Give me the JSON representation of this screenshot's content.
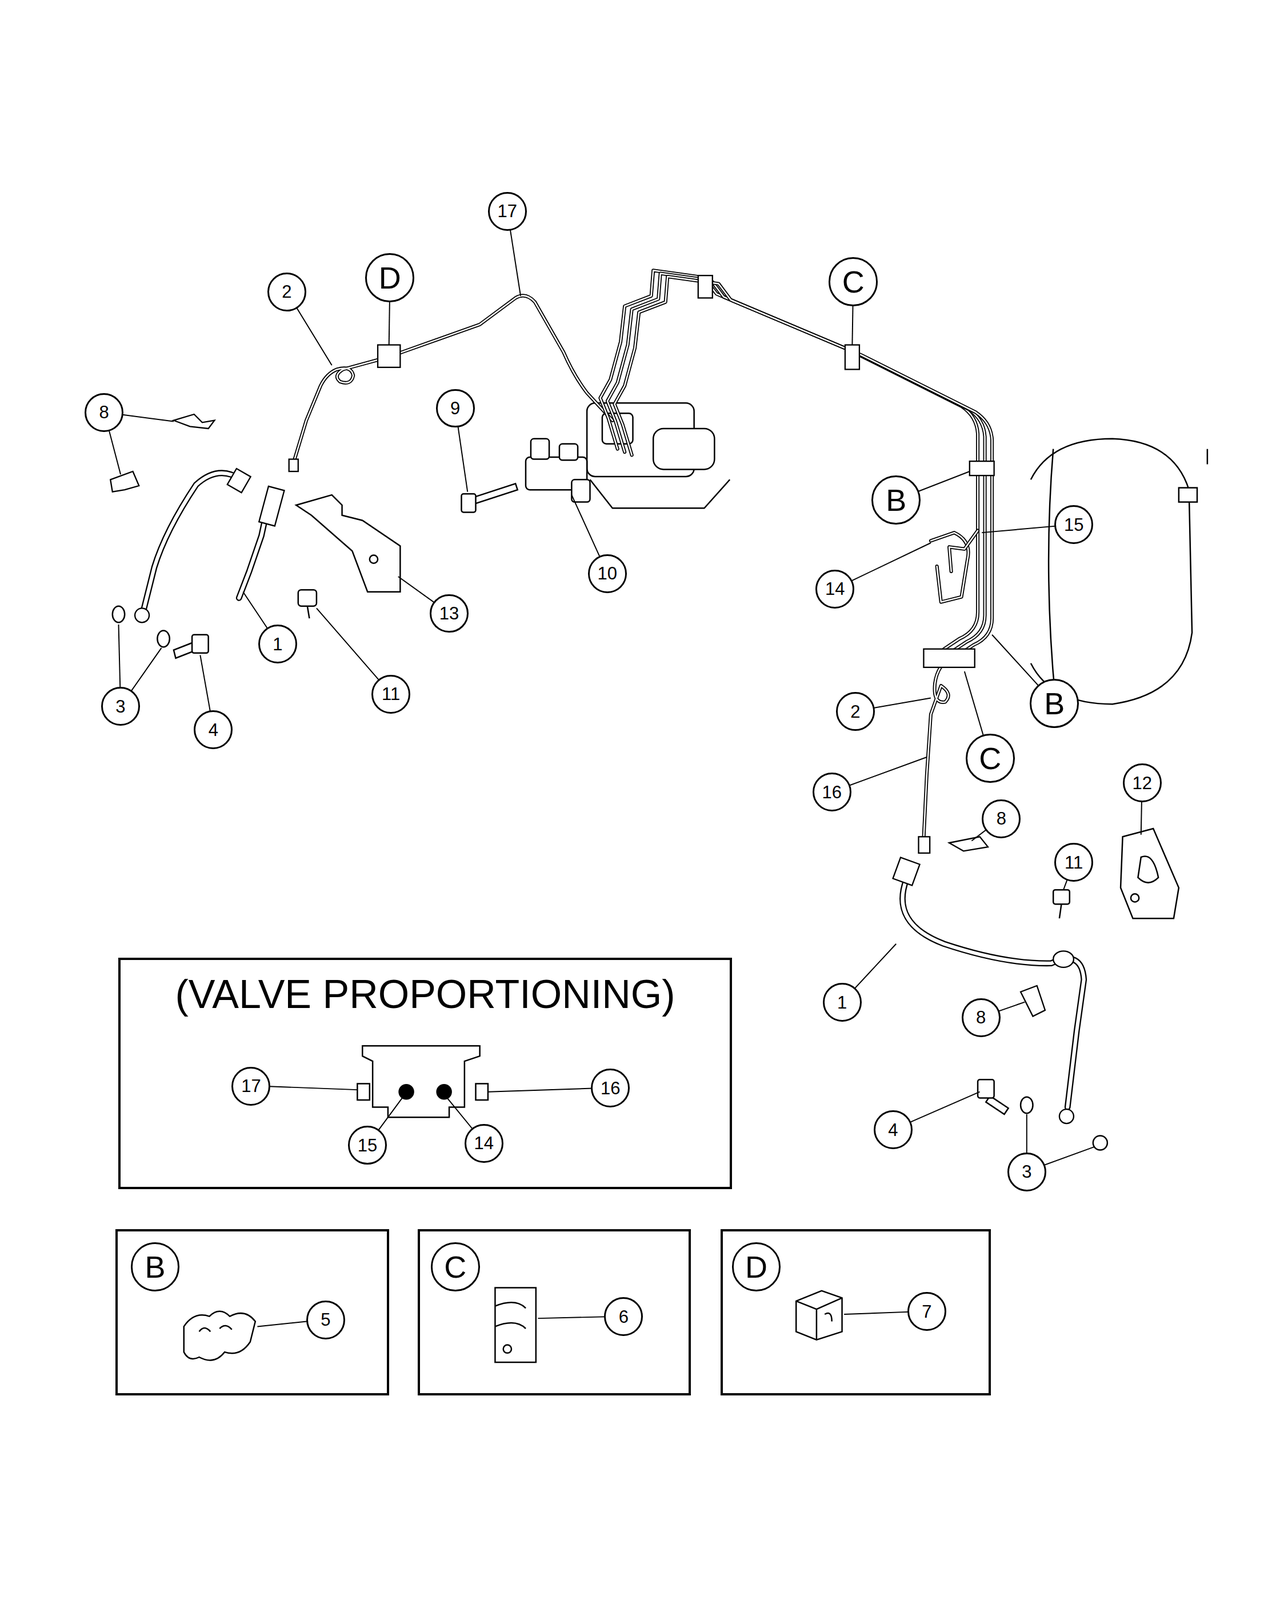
{
  "diagram": {
    "nodes": [
      {
        "text": [
          "17"
        ]
      },
      {
        "text": [
          "C"
        ]
      },
      {
        "text": [
          "D"
        ]
      },
      {
        "text": [
          "2"
        ]
      },
      {
        "text": [
          "9"
        ]
      },
      {
        "text": [
          "8"
        ]
      },
      {
        "text": [
          "B"
        ]
      },
      {
        "text": [
          "15"
        ]
      },
      {
        "text": [
          "10"
        ]
      },
      {
        "text": [
          "14"
        ]
      },
      {
        "text": [
          "13"
        ]
      },
      {
        "text": [
          "1"
        ]
      },
      {
        "text": [
          "11"
        ]
      },
      {
        "text": [
          "B"
        ]
      },
      {
        "text": [
          "3"
        ]
      },
      {
        "text": [
          "2"
        ]
      },
      {
        "text": [
          "4"
        ]
      },
      {
        "text": [
          "C"
        ]
      },
      {
        "text": [
          "12"
        ]
      },
      {
        "text": [
          "16"
        ]
      },
      {
        "text": [
          "8"
        ]
      },
      {
        "text": [
          "11"
        ]
      },
      {
        "text": [
          "1"
        ]
      },
      {
        "text": [
          "8"
        ]
      },
      {
        "text": [
          "4"
        ]
      },
      {
        "text": [
          "3"
        ]
      },
      {
        "text": [
          "(VALVE PROPORTIONING)"
        ]
      },
      {
        "text": [
          "17"
        ],
        "in": 26
      },
      {
        "text": [
          "16"
        ],
        "in": 26
      },
      {
        "text": [
          "15"
        ],
        "in": 26
      },
      {
        "text": [
          "14"
        ],
        "in": 26
      },
      {
        "text": [
          "B"
        ]
      },
      {
        "text": [
          "5"
        ],
        "in": 31
      },
      {
        "text": [
          "C"
        ]
      },
      {
        "text": [
          "6"
        ],
        "in": 33
      },
      {
        "text": [
          "D"
        ]
      },
      {
        "text": [
          "7"
        ],
        "in": 35
      }
    ]
  }
}
